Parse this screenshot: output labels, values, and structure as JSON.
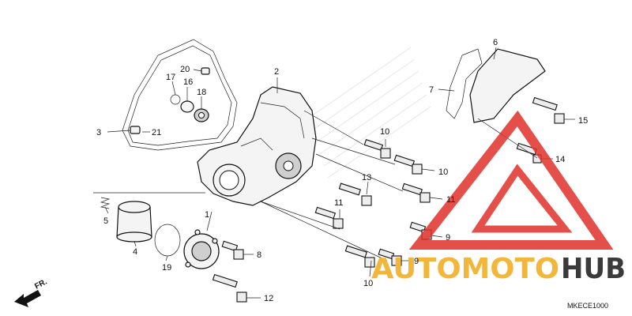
{
  "diagram_code": "MKECE1000",
  "front_label": "FR.",
  "watermark": {
    "part1": "AUTOMOTO",
    "part2": "HUB",
    "color1": "#f2b63a",
    "color2": "#3a3a3a",
    "logo_color": "#e0302a"
  },
  "callouts": {
    "c1": "1",
    "c2": "2",
    "c3": "3",
    "c4": "4",
    "c5": "5",
    "c6": "6",
    "c7": "7",
    "c8": "8",
    "c9a": "9",
    "c9b": "9",
    "c10a": "10",
    "c10b": "10",
    "c10c": "10",
    "c11a": "11",
    "c11b": "11",
    "c12": "12",
    "c13": "13",
    "c14": "14",
    "c15": "15",
    "c16": "16",
    "c17": "17",
    "c18": "18",
    "c19": "19",
    "c20": "20",
    "c21": "21"
  }
}
